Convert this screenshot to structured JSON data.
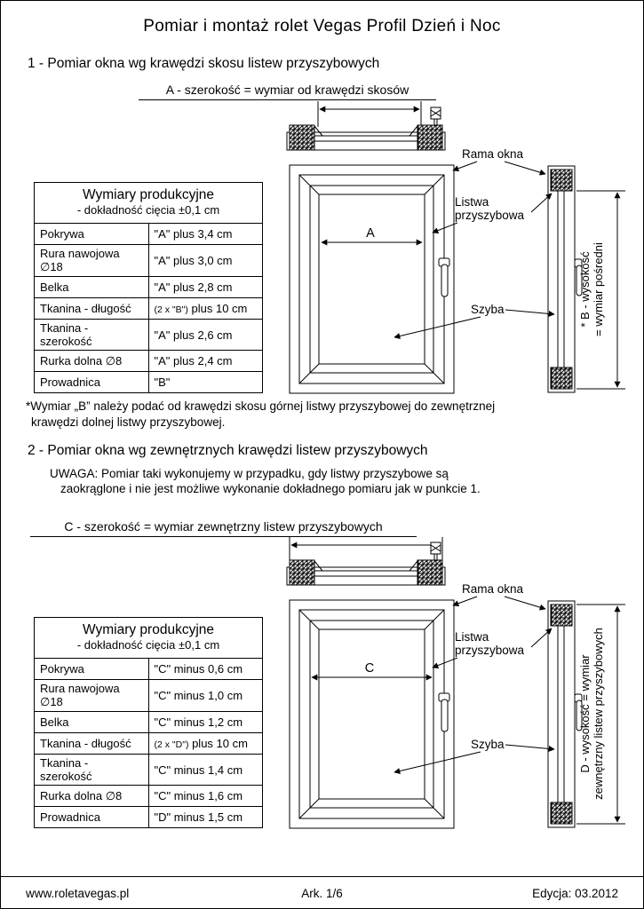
{
  "title": "Pomiar i montaż rolet Vegas Profil Dzień i Noc",
  "section1": {
    "heading": "1 - Pomiar okna wg krawędzi skosu listew przyszybowych",
    "dim_label": "A - szerokość = wymiar od krawędzi skosów",
    "table": {
      "title": "Wymiary produkcyjne",
      "subtitle": "- dokładność cięcia ±0,1 cm",
      "rows": [
        {
          "name": "Pokrywa",
          "value": "\"A\" plus 3,4 cm"
        },
        {
          "name": "Rura nawojowa ∅18",
          "value": "\"A\" plus 3,0 cm"
        },
        {
          "name": "Belka",
          "value": "\"A\" plus 2,8 cm"
        },
        {
          "name": "Tkanina - długość",
          "value_small": "(2 x \"B\")",
          "value": " plus 10 cm"
        },
        {
          "name": "Tkanina - szerokość",
          "value": "\"A\" plus 2,6 cm"
        },
        {
          "name": "Rurka dolna ∅8",
          "value": "\"A\" plus 2,4 cm"
        },
        {
          "name": "Prowadnica",
          "value": "\"B\""
        }
      ]
    },
    "labels": {
      "rama_okna": "Rama okna",
      "listwa_line1": "Listwa",
      "listwa_line2": "przyszybowa",
      "szyba": "Szyba",
      "width_letter": "A",
      "height_line1": "* B - wysokość",
      "height_line2": "= wymiar pośredni"
    },
    "footnote_line1": "*Wymiar „B” należy podać od krawędzi skosu górnej listwy przyszybowej do zewnętrznej",
    "footnote_line2": "krawędzi dolnej listwy przyszybowej."
  },
  "section2": {
    "heading": "2 - Pomiar okna wg zewnętrznych krawędzi listew przyszybowych",
    "note_line1": "UWAGA: Pomiar taki wykonujemy w przypadku, gdy listwy przyszybowe są",
    "note_line2": "zaokrąglone i nie jest możliwe wykonanie dokładnego pomiaru jak w punkcie 1.",
    "dim_label": "C - szerokość = wymiar zewnętrzny listew przyszybowych",
    "table": {
      "title": "Wymiary produkcyjne",
      "subtitle": "- dokładność cięcia ±0,1 cm",
      "rows": [
        {
          "name": "Pokrywa",
          "value": "\"C\" minus 0,6 cm"
        },
        {
          "name": "Rura nawojowa ∅18",
          "value": "\"C\" minus 1,0 cm"
        },
        {
          "name": "Belka",
          "value": "\"C\" minus 1,2 cm"
        },
        {
          "name": "Tkanina - długość",
          "value_small": "(2 x \"D\")",
          "value": " plus 10 cm"
        },
        {
          "name": "Tkanina - szerokość",
          "value": "\"C\" minus 1,4 cm"
        },
        {
          "name": "Rurka dolna ∅8",
          "value": "\"C\" minus 1,6 cm"
        },
        {
          "name": "Prowadnica",
          "value": "\"D\" minus 1,5 cm"
        }
      ]
    },
    "labels": {
      "rama_okna": "Rama okna",
      "listwa_line1": "Listwa",
      "listwa_line2": "przyszybowa",
      "szyba": "Szyba",
      "width_letter": "C",
      "height_line1": "D - wysokość = wymiar",
      "height_line2": "zewnętrzny listew przyszybowych"
    }
  },
  "footer": {
    "left": "www.roletavegas.pl",
    "center": "Ark. 1/6",
    "right": "Edycja: 03.2012"
  }
}
